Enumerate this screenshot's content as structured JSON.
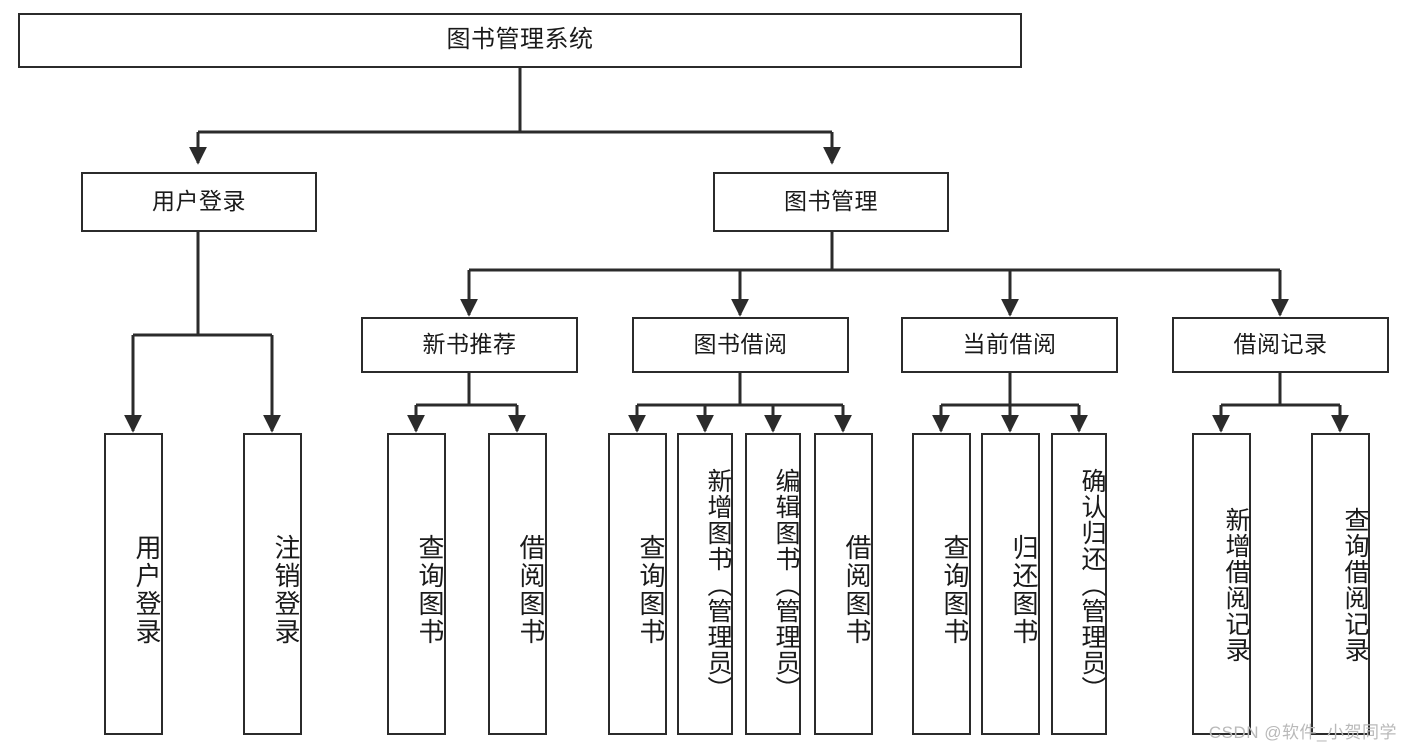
{
  "diagram": {
    "type": "tree",
    "title": "图书管理系统",
    "background": "#ffffff",
    "line_color": "#2b2b2b",
    "text_color": "#1a1a1a",
    "root": {
      "label": "图书管理系统"
    },
    "level1": [
      {
        "label": "用户登录"
      },
      {
        "label": "图书管理"
      }
    ],
    "level2": [
      {
        "label": "新书推荐"
      },
      {
        "label": "图书借阅"
      },
      {
        "label": "当前借阅"
      },
      {
        "label": "借阅记录"
      }
    ],
    "leaves": {
      "user_login": [
        {
          "label": "用户登录"
        },
        {
          "label": "注销登录"
        }
      ],
      "new_book_recommend": [
        {
          "label": "查询图书"
        },
        {
          "label": "借阅图书"
        }
      ],
      "book_borrow": [
        {
          "label": "查询图书"
        },
        {
          "label": "新增图书（管理员）"
        },
        {
          "label": "编辑图书（管理员）"
        },
        {
          "label": "借阅图书"
        }
      ],
      "current_borrow": [
        {
          "label": "查询图书"
        },
        {
          "label": "归还图书"
        },
        {
          "label": "确认归还（管理员）"
        }
      ],
      "borrow_record": [
        {
          "label": "新增借阅记录"
        },
        {
          "label": "查询借阅记录"
        }
      ]
    }
  },
  "watermark": {
    "text": "CSDN @软件_小贺同学"
  }
}
